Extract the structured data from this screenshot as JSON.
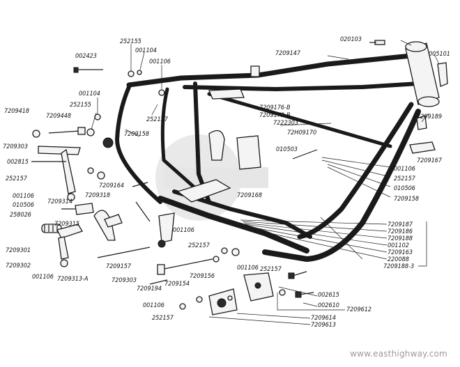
{
  "website": "www.easthighway.com",
  "watermark": "EAST HIGHWAY",
  "labels": {
    "l_020103": "020103",
    "l_7209147": "7209147",
    "l_005101": "005101",
    "l_7209189": "7209189",
    "l_252155_top": "252155",
    "l_001104_top": "001104",
    "l_002423": "002423",
    "l_001106_top": "001106",
    "l_001104_left": "001104",
    "l_252155_left": "252155",
    "l_7209418": "7209418",
    "l_7209448": "7209448",
    "l_252157_a": "252157",
    "l_7209158_a": "7209158",
    "l_7209303": "7209303",
    "l_002815": "002815",
    "l_252157_b": "252157",
    "l_7209176B": "7209176-B",
    "l_7209173B": "7209173-B",
    "l_7222303": "7222303",
    "l_72H09170": "72H09170",
    "l_010503": "010503",
    "l_7209167": "7209167",
    "l_001106_r": "001106",
    "l_252157_r": "252157",
    "l_010506_r": "010506",
    "l_7209158_r": "7209158",
    "l_7209164": "7209164",
    "l_7209318": "7209318",
    "l_7209168": "7209168",
    "l_001106_l": "001106",
    "l_010506_l": "010506",
    "l_7209314": "7209314",
    "l_258026": "258026",
    "l_7209315": "7209315",
    "l_7209301": "7209301",
    "l_7209302": "7209302",
    "l_001106_bl": "001106",
    "l_7209313A": "7209313-A",
    "l_7209157": "7209157",
    "l_7209303_b": "7209303",
    "l_001106_m": "001106",
    "l_252157_m": "252157",
    "l_7209156": "7209156",
    "l_001106_m2": "001106",
    "l_252157_m2": "252157",
    "l_7209194": "7209194",
    "l_7209154": "7209154",
    "l_7209187": "7209187",
    "l_7209186": "7209186",
    "l_7209188": "7209188",
    "l_001102": "001102",
    "l_7209163": "7209163",
    "l_220088": "220088",
    "l_7209188_3": "7209188-3",
    "l_002615": "002615",
    "l_002610": "002610",
    "l_7209612": "7209612",
    "l_7209614": "7209614",
    "l_7209613": "7209613",
    "l_001106_b": "001106",
    "l_252157_b2": "252157"
  }
}
